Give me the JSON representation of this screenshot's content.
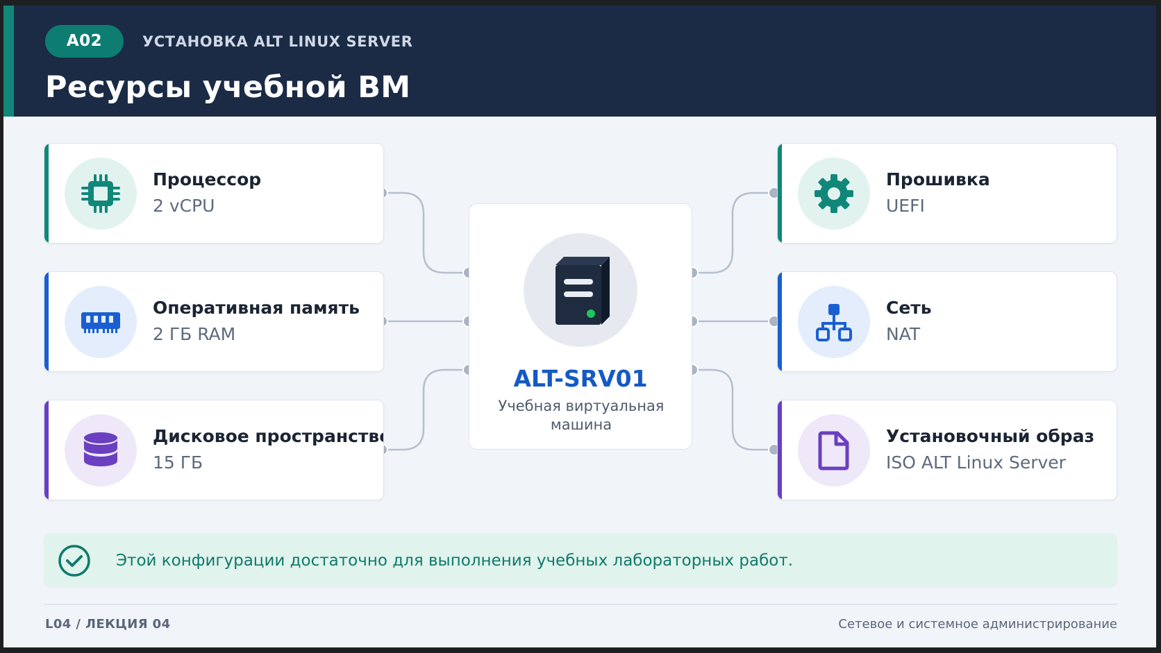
{
  "header": {
    "code": "A02",
    "subtitle": "УСТАНОВКА ALT LINUX SERVER",
    "title": "Ресурсы учебной ВМ"
  },
  "vm": {
    "name": "ALT-SRV01",
    "description": "Учебная виртуальная машина",
    "icon": "server-icon"
  },
  "resources": {
    "left": [
      {
        "label": "Процессор",
        "value": "2 vCPU",
        "icon": "cpu-chip-icon",
        "color": "#11877a"
      },
      {
        "label": "Оперативная память",
        "value": "2 ГБ RAM",
        "icon": "memory-module-icon",
        "color": "#1a5fd0"
      },
      {
        "label": "Дисковое пространство",
        "value": "15 ГБ",
        "icon": "database-icon",
        "color": "#6a3fc0"
      }
    ],
    "right": [
      {
        "label": "Прошивка",
        "value": "UEFI",
        "icon": "gear-icon",
        "color": "#11877a"
      },
      {
        "label": "Сеть",
        "value": "NAT",
        "icon": "network-icon",
        "color": "#1a5fd0"
      },
      {
        "label": "Установочный образ",
        "value": "ISO ALT Linux Server",
        "icon": "file-icon",
        "color": "#6a3fc0"
      }
    ]
  },
  "note": {
    "text": "Этой конфигурации достаточно для выполнения учебных лабораторных работ.",
    "icon": "check-circle-icon"
  },
  "footer": {
    "left": "L04 / ЛЕКЦИЯ 04",
    "right": "Сетевое и системное администрирование"
  }
}
